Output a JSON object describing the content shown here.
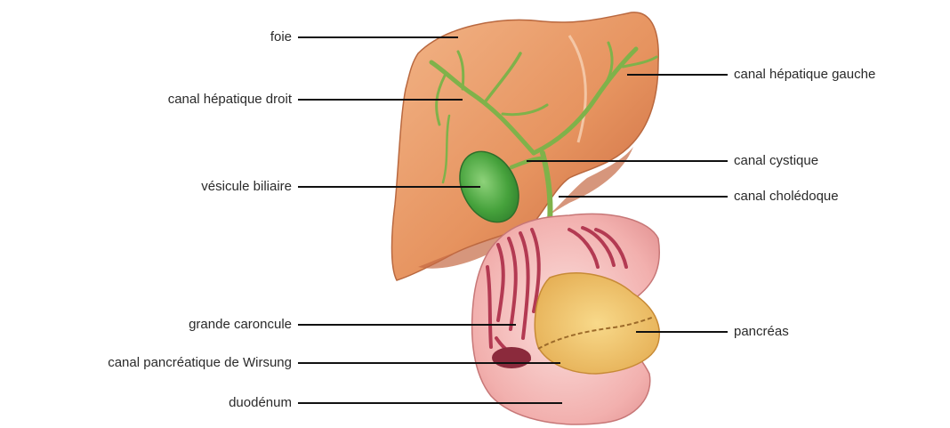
{
  "labels": {
    "foie": "foie",
    "canal_hepatique_droit": "canal hépatique droit",
    "vesicule_biliaire": "vésicule biliaire",
    "grande_caroncule": "grande caroncule",
    "canal_pancreatique_wirsung": "canal pancréatique de Wirsung",
    "duodenum": "duodénum",
    "canal_hepatique_gauche": "canal hépatique gauche",
    "canal_cystique": "canal cystique",
    "canal_choledoque": "canal cholédoque",
    "pancreas": "pancréas"
  },
  "colors": {
    "liver": "#e89a6a",
    "liver_dark": "#c9683e",
    "gallbladder": "#4aa040",
    "bile_duct": "#8ab84a",
    "duodenum": "#f3b6b6",
    "duodenum_folds": "#b83a50",
    "pancreas": "#f0c36a",
    "leader_line": "#111111"
  }
}
